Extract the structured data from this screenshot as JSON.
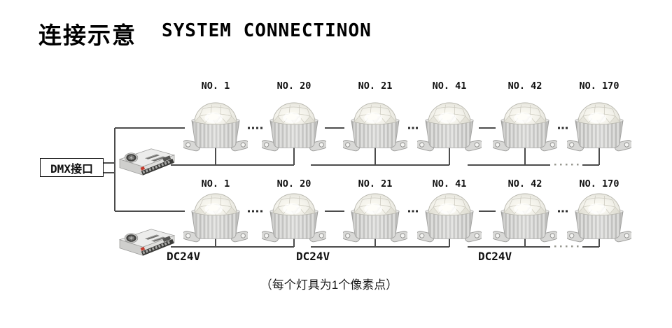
{
  "title": {
    "zh": "连接示意",
    "en": "SYSTEM CONNECTINON"
  },
  "dmx_label": "DMX接口",
  "rows": [
    {
      "name": "chain-1",
      "lamps": [
        "NO. 1",
        "NO. 20",
        "NO. 21",
        "NO. 41",
        "NO. 42",
        "NO. 170"
      ]
    },
    {
      "name": "chain-2",
      "lamps": [
        "NO. 1",
        "NO. 20",
        "NO. 21",
        "NO. 41",
        "NO. 42",
        "NO. 170"
      ]
    }
  ],
  "power_labels": [
    "DC24V",
    "DC24V",
    "DC24V"
  ],
  "caption": "（每个灯具为1个像素点）",
  "icons": {
    "lamp": "led-pixel-lamp",
    "psu": "switching-power-supply"
  },
  "colors": {
    "background": "#ffffff",
    "wire": "#4c4c4c",
    "text": "#111111",
    "psu_sticker": "#c43b2c"
  }
}
